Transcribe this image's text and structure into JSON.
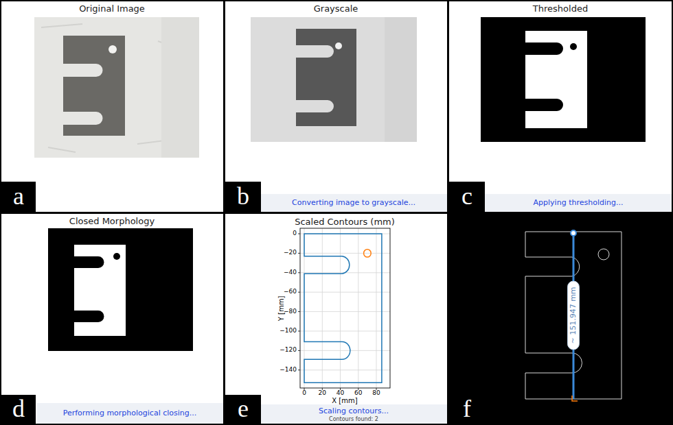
{
  "diagram": {
    "nodes": [
      {
        "text": [
          "Original Image"
        ]
      },
      {
        "text": [
          "Grayscale",
          "Converting image to grayscale..."
        ]
      },
      {
        "text": [
          "Thresholded",
          "Applying thresholding..."
        ]
      },
      {
        "text": [
          "Closed Morphology",
          "Performing morphological closing..."
        ]
      },
      {
        "text": [
          "Scaled Contours (mm)",
          "Scaling contours...",
          "Contours found: 2"
        ]
      }
    ],
    "labels": [
      "a",
      "b",
      "c",
      "d",
      "e",
      "f",
      "0",
      "−20",
      "−40",
      "−60",
      "−80",
      "−100",
      "−120",
      "−140",
      "0",
      "20",
      "40",
      "60",
      "80",
      "Y [mm]",
      "X [mm]",
      "~ 151.947 mm"
    ]
  }
}
